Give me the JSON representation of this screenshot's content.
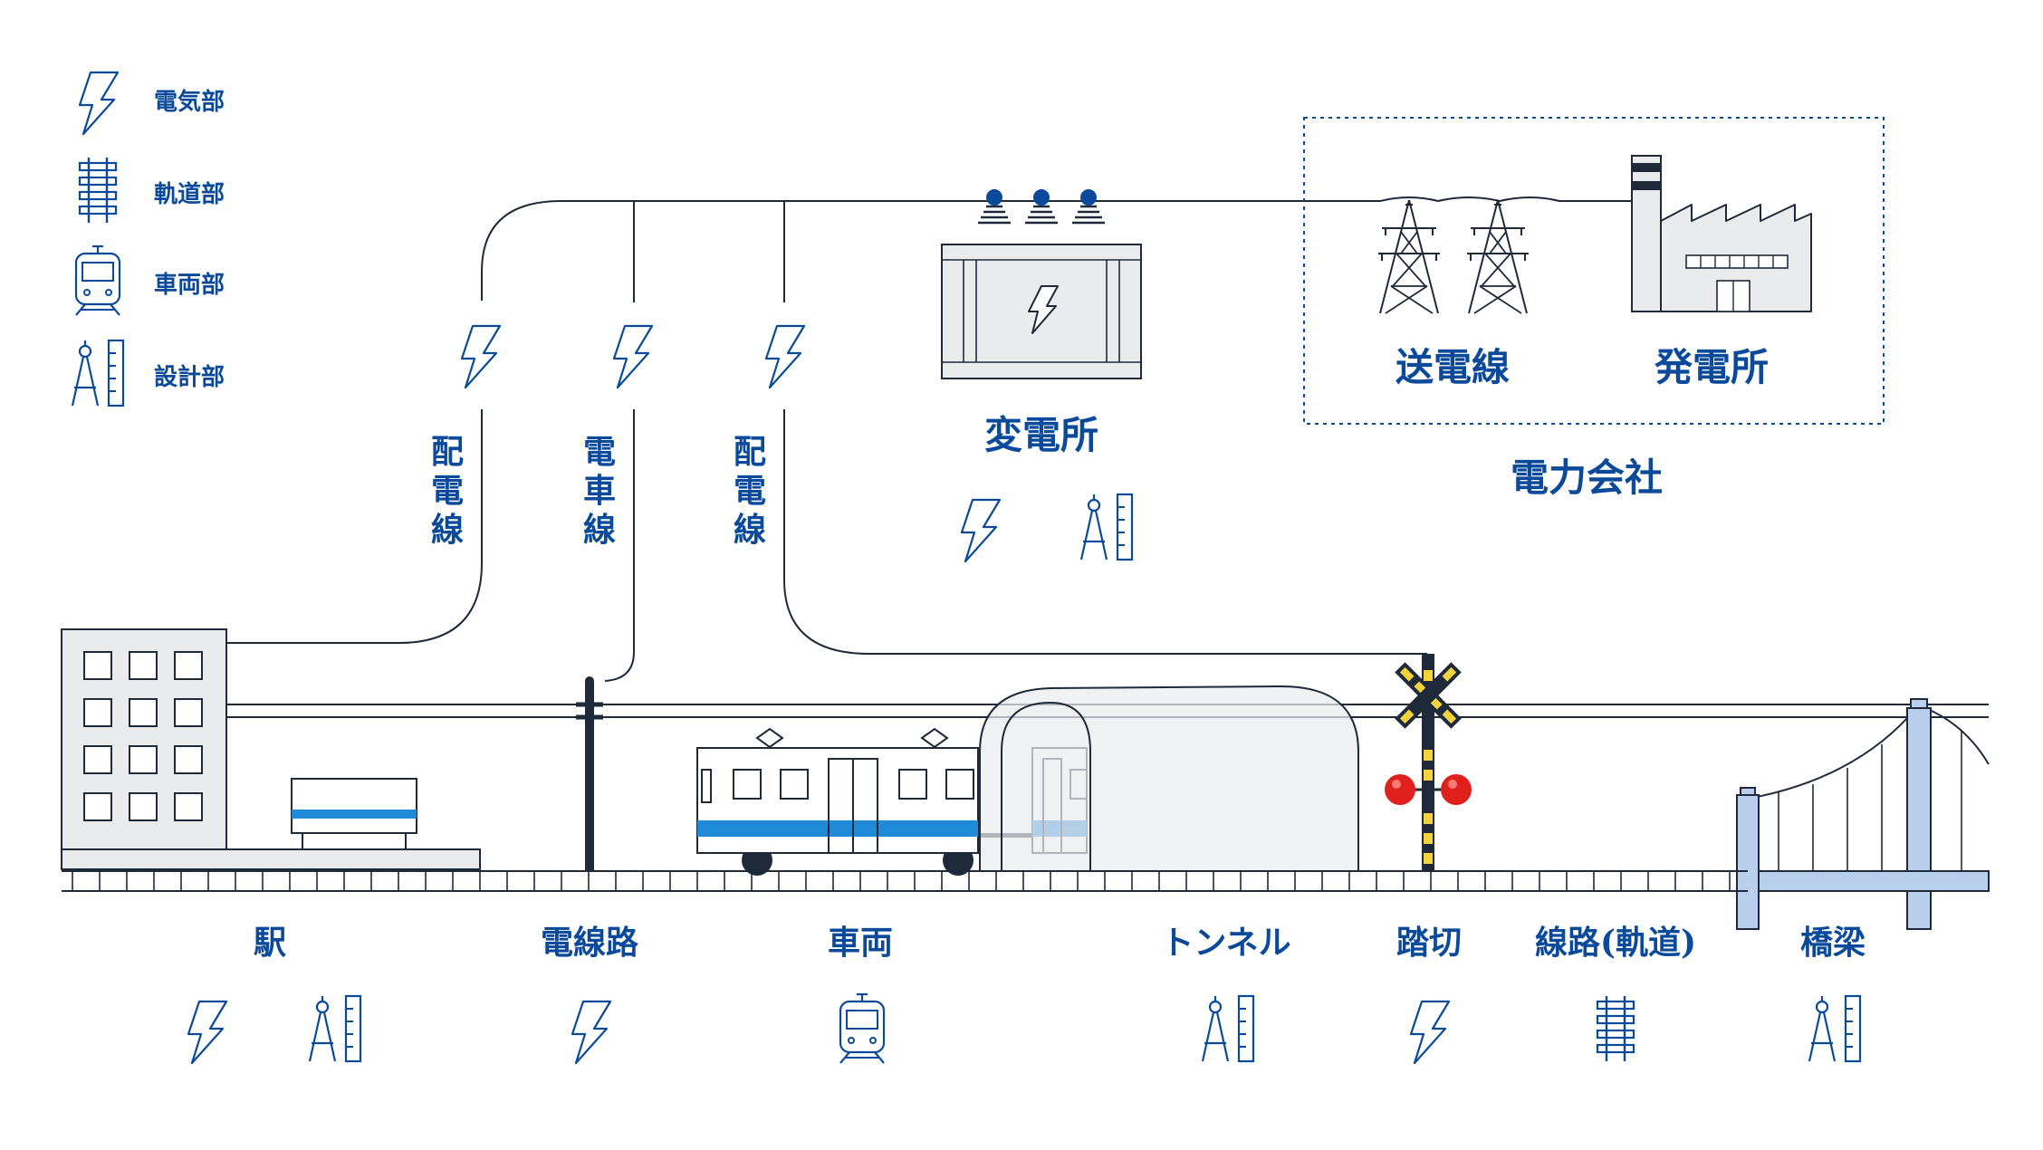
{
  "legend": {
    "electrical": "電気部",
    "track": "軌道部",
    "vehicle": "車両部",
    "design": "設計部"
  },
  "feeders": {
    "left": "配電線",
    "middle": "電車線",
    "right": "配電線"
  },
  "substation": "変電所",
  "transmission_line": "送電線",
  "power_plant": "発電所",
  "power_company": "電力会社",
  "places": {
    "station": "駅",
    "power_line": "電線路",
    "vehicle": "車両",
    "tunnel": "トンネル",
    "crossing": "踏切",
    "track": "線路(軌道)",
    "bridge": "橋梁"
  },
  "colors": {
    "navy": "#0b4a9a",
    "dark": "#1e2a3a",
    "accent_blue": "#1f8ad8",
    "light_blue": "#b8cfee",
    "light_gray": "#eaebed",
    "yellow": "#f3d23a",
    "red": "#e0201c"
  },
  "icons": {
    "electrical": "lightning-bolt-icon",
    "track": "rail-track-icon",
    "vehicle": "train-front-icon",
    "design": "compass-ruler-icon"
  }
}
